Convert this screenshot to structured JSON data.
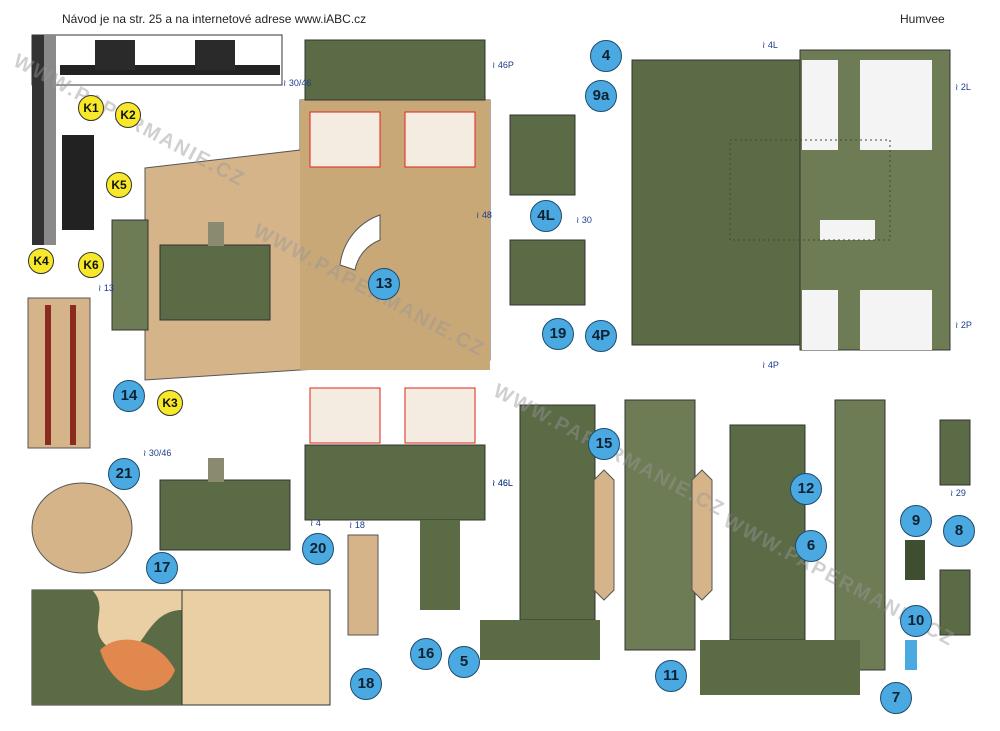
{
  "header": {
    "instructions": "Návod je na str. 25 a na internetové adrese www.iABC.cz",
    "model_name": "Humvee"
  },
  "watermark": "WWW.PAPERMANIE.CZ",
  "colors": {
    "olive": "#5a6b45",
    "olive_dark": "#3f4d30",
    "olive_light": "#8a9a74",
    "sand": "#d6b48a",
    "tan": "#e9cfa3",
    "label_blue": "#4aa9e0",
    "label_yellow": "#f7e82a",
    "red": "#e2231a"
  },
  "part_labels": [
    "4",
    "4L",
    "4P",
    "5",
    "6",
    "7",
    "8",
    "9",
    "9a",
    "10",
    "11",
    "12",
    "13",
    "14",
    "15",
    "16",
    "17",
    "18",
    "19",
    "20",
    "21"
  ],
  "k_labels": [
    "K1",
    "K2",
    "K3",
    "K4",
    "K5",
    "K6"
  ],
  "fold_marks": [
    "≀ 30/46",
    "≀ 46P",
    "≀ 46L",
    "≀ 48",
    "≀ 30",
    "≀ 2L",
    "≀ 2P",
    "≀ 13",
    "≀ 29",
    "≀ 4",
    "≀ 18",
    "≀ 4L",
    "≀ 4P",
    "≀ 30/46",
    "≀ 46L"
  ]
}
